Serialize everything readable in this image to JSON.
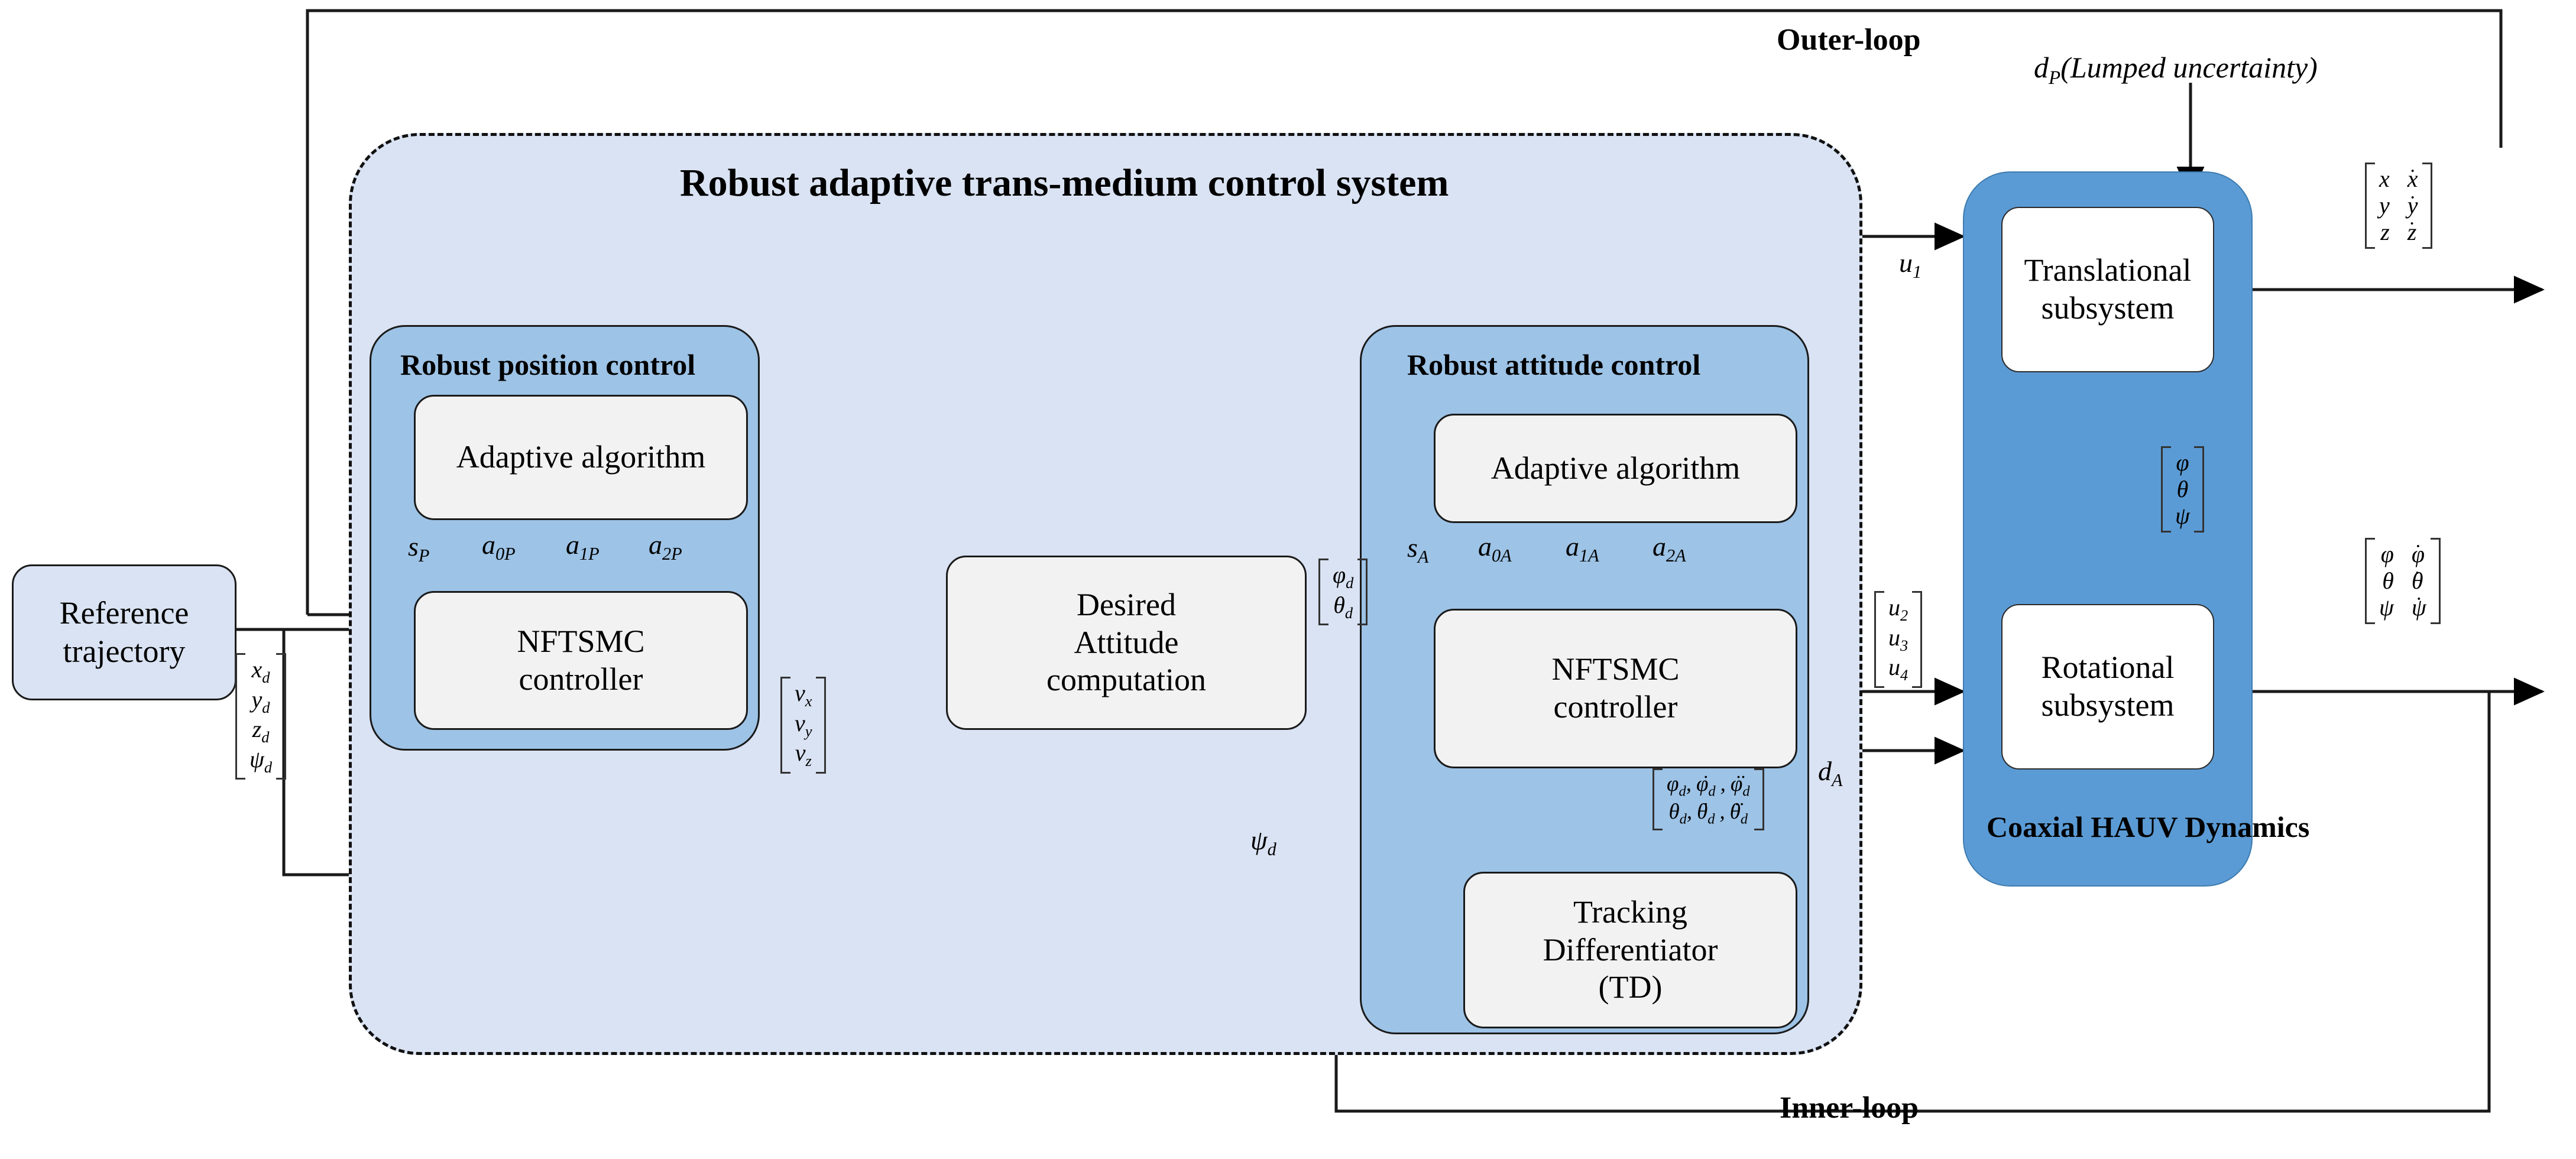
{
  "diagram": {
    "title": "Robust adaptive trans-medium control system",
    "loops": {
      "outer": "Outer-loop",
      "inner": "Inner-loop"
    },
    "disturbances": {
      "position": "d_P (Lumped uncertainty)",
      "position_symbol": "d",
      "position_sub": "P",
      "position_paren": "(Lumped uncertainty)",
      "attitude_symbol": "d",
      "attitude_sub": "A"
    },
    "blocks": {
      "reference": {
        "line1": "Reference",
        "line2": "trajectory"
      },
      "position_group": "Robust position control",
      "attitude_group": "Robust attitude control",
      "adaptive_p": "Adaptive algorithm",
      "adaptive_a": "Adaptive algorithm",
      "nftsmc_p": {
        "line1": "NFTSMC",
        "line2": "controller"
      },
      "nftsmc_a": {
        "line1": "NFTSMC",
        "line2": "controller"
      },
      "desired_attitude": {
        "line1": "Desired",
        "line2": "Attitude",
        "line3": "computation"
      },
      "tracking_diff": {
        "line1": "Tracking",
        "line2": "Differentiator",
        "line3": "(TD)"
      },
      "translational": {
        "line1": "Translational",
        "line2": "subsystem"
      },
      "rotational": {
        "line1": "Rotational",
        "line2": "subsystem"
      },
      "plant_group": "Coaxial HAUV Dynamics"
    },
    "signals": {
      "s_p": {
        "base": "s",
        "sub": "P"
      },
      "a0p": {
        "base": "a",
        "sub": "0P"
      },
      "a1p": {
        "base": "a",
        "sub": "1P"
      },
      "a2p": {
        "base": "a",
        "sub": "2P"
      },
      "s_a": {
        "base": "s",
        "sub": "A"
      },
      "a0a": {
        "base": "a",
        "sub": "0A"
      },
      "a1a": {
        "base": "a",
        "sub": "1A"
      },
      "a2a": {
        "base": "a",
        "sub": "2A"
      },
      "u1": {
        "base": "u",
        "sub": "1"
      },
      "psi_d": {
        "base": "ψ",
        "sub": "d"
      }
    },
    "vectors": {
      "reference_cmd": {
        "rows": [
          [
            "x",
            "d"
          ],
          [
            "y",
            "d"
          ],
          [
            "z",
            "d"
          ],
          [
            "ψ",
            "d"
          ]
        ]
      },
      "virtual_ctrl": {
        "rows": [
          [
            "v",
            "x"
          ],
          [
            "v",
            "y"
          ],
          [
            "v",
            "z"
          ]
        ]
      },
      "desired_attitude_out": {
        "rows": [
          [
            "φ",
            "d"
          ],
          [
            "θ",
            "d"
          ]
        ]
      },
      "td_out_row1": [
        "φ",
        "φ̇",
        "φ̈"
      ],
      "td_out_row2": [
        "θ",
        "θ̇",
        "θ̈"
      ],
      "torque_in": {
        "rows": [
          [
            "u",
            "2"
          ],
          [
            "u",
            "3"
          ],
          [
            "u",
            "4"
          ]
        ]
      },
      "attitude_fb": {
        "rows": [
          "φ",
          "θ",
          "ψ"
        ]
      },
      "position_out": {
        "rows": [
          [
            "x",
            "ẋ"
          ],
          [
            "y",
            "ẏ"
          ],
          [
            "z",
            "ż"
          ]
        ]
      },
      "attitude_out": {
        "rows": [
          [
            "φ",
            "φ̇"
          ],
          [
            "θ",
            "θ̇"
          ],
          [
            "ψ",
            "ψ̇"
          ]
        ]
      }
    },
    "colors": {
      "container_light": "#DAE3F3",
      "group_medium": "#9DC3E6",
      "plant_dark": "#5B9BD5",
      "box_fill": "#F2F2F2",
      "line": "#1a1a1a"
    }
  }
}
